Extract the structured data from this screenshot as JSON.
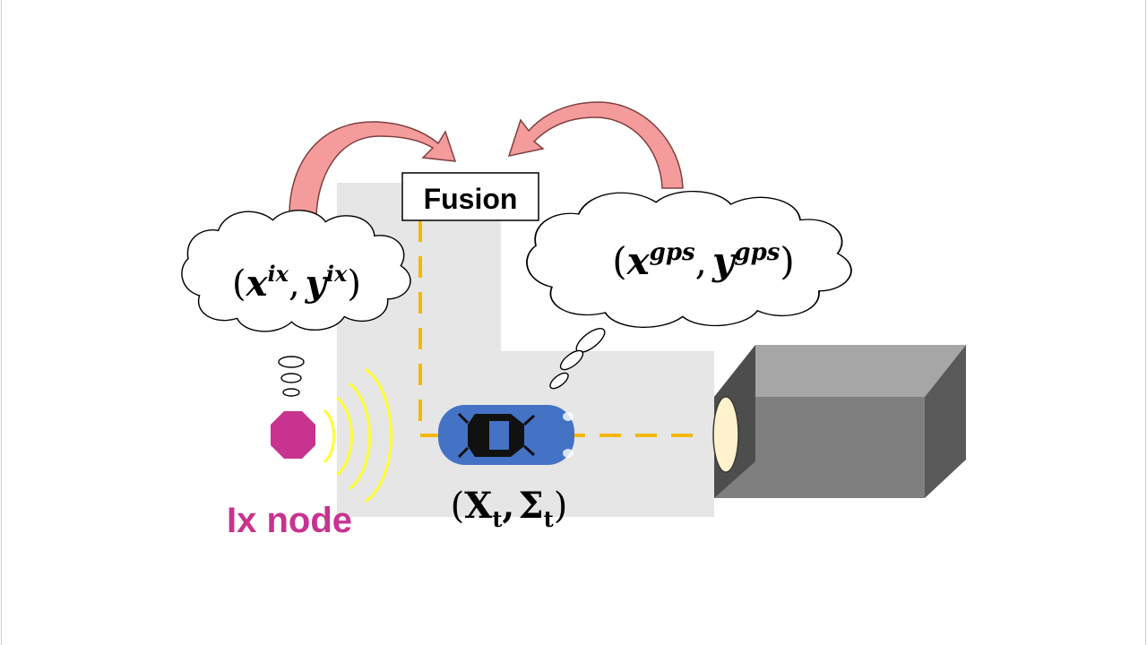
{
  "fusion": {
    "label": "Fusion"
  },
  "ix_estimate": {
    "open": "(",
    "x": "x",
    "x_sup": "ix",
    "sep": ",",
    "y": "y",
    "y_sup": "ix",
    "close": ")"
  },
  "gps_estimate": {
    "open": "(",
    "x": "x",
    "x_sup": "gps",
    "sep": ",",
    "y": "y",
    "y_sup": "gps",
    "close": ")"
  },
  "vehicle_state": {
    "open": "(",
    "x": "X",
    "x_sub": "t",
    "sep": ",",
    "s": "Σ",
    "s_sub": "t",
    "close": ")"
  },
  "ix_node": {
    "label": "Ix node"
  },
  "colors": {
    "road": "#e6e6e6",
    "path": "#f5b800",
    "car": "#4472c4",
    "node": "#c7338f",
    "waves": "#ffff33",
    "arrow": "#f49c9c",
    "arrow_stroke": "#7f3f3f",
    "building_front": "#7f7f7f",
    "building_top": "#a6a6a6",
    "building_side": "#595959",
    "entrance": "#fff2cc"
  }
}
